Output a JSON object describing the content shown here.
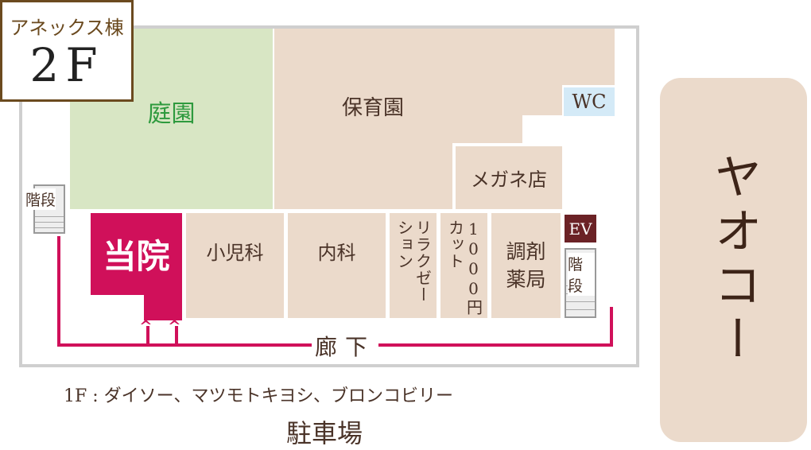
{
  "floor_label": {
    "building": "アネックス棟",
    "floor": "2F"
  },
  "rooms": {
    "garden": "庭園",
    "nursery": "保育園",
    "wc": "WC",
    "glasses": "メガネ店",
    "clinic": "当院",
    "pediatrics": "小児科",
    "internal": "内科",
    "relaxation": "リラクゼーション",
    "haircut": "1000円カット",
    "pharmacy": "調剤薬局",
    "ev": "EV",
    "stairs_left": "階段",
    "stairs_right": "階段",
    "corridor": "廊下"
  },
  "neighbor": "ヤオコー",
  "floor1_note": "1F : ダイソー、マツモトキヨシ、ブロンコビリー",
  "parking": "駐車場",
  "colors": {
    "clinic": "#d0105a",
    "room": "#ebdacb",
    "garden": "#d8e6c4",
    "wc": "#d4eaf7",
    "ev": "#6b2226"
  }
}
